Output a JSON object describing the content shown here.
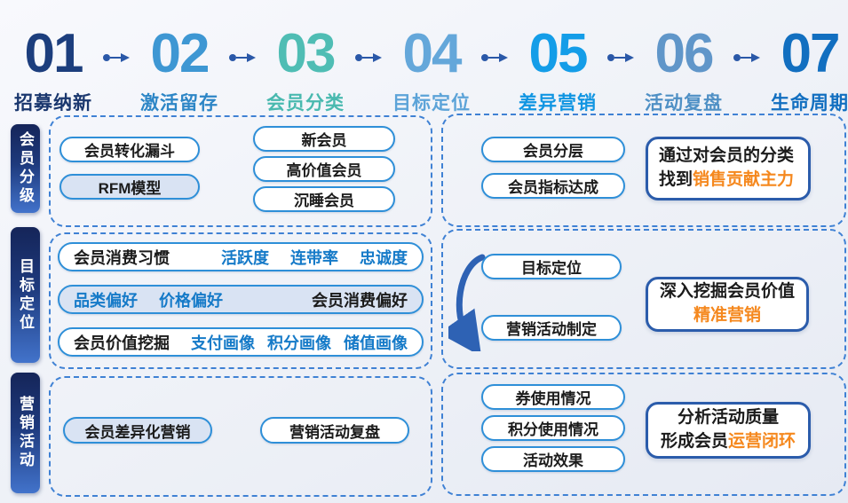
{
  "steps": [
    {
      "num": "01",
      "label": "招募纳新",
      "color": "#1c3e7d",
      "label_color": "#1a376e"
    },
    {
      "num": "02",
      "label": "激活留存",
      "color": "#3e97d3",
      "label_color": "#2d86c6"
    },
    {
      "num": "03",
      "label": "会员分类",
      "color": "#4fbdb4",
      "label_color": "#49b9af"
    },
    {
      "num": "04",
      "label": "目标定位",
      "color": "#64a7da",
      "label_color": "#5ca3d8"
    },
    {
      "num": "05",
      "label": "差异营销",
      "color": "#149de8",
      "label_color": "#1095e2"
    },
    {
      "num": "06",
      "label": "活动复盘",
      "color": "#6096c9",
      "label_color": "#4f90c5"
    },
    {
      "num": "07",
      "label": "生命周期",
      "color": "#126fc0",
      "label_color": "#126fc0"
    }
  ],
  "sidebar": {
    "row1": "会员分级",
    "row2": "目标定位",
    "row3": "营销活动"
  },
  "row1": {
    "left_pills_a": [
      "会员转化漏斗",
      "RFM模型"
    ],
    "left_pills_b": [
      "新会员",
      "高价值会员",
      "沉睡会员"
    ],
    "right_pills": [
      "会员分层",
      "会员指标达成"
    ],
    "card": {
      "line1": "通过对会员的分类",
      "line2_text": "找到",
      "line2_highlight": "销售贡献主力"
    }
  },
  "row2": {
    "wide_pill_1": {
      "label": "会员消费习惯",
      "items": [
        "活跃度",
        "连带率",
        "忠诚度"
      ]
    },
    "wide_pill_2": {
      "items": [
        "品类偏好",
        "价格偏好"
      ],
      "label": "会员消费偏好"
    },
    "wide_pill_3": {
      "label": "会员价值挖掘",
      "items": [
        "支付画像",
        "积分画像",
        "储值画像"
      ]
    },
    "right_pills": [
      "目标定位",
      "营销活动制定"
    ],
    "card": {
      "line1": "深入挖掘会员价值",
      "line2_highlight": "精准营销"
    }
  },
  "row3": {
    "left_pills": [
      "会员差异化营销",
      "营销活动复盘"
    ],
    "right_pills": [
      "券使用情况",
      "积分使用情况",
      "活动效果"
    ],
    "card": {
      "line1": "分析活动质量",
      "line2_text": "形成会员",
      "line2_highlight": "运营闭环"
    }
  },
  "colors": {
    "arrow": "#2a58a8",
    "pill_border": "#2e8fd8",
    "pill_fill": "#d9e3f3",
    "dashed_border": "#3f81d4",
    "card_border": "#2b5cab",
    "highlight_orange": "#f5881e",
    "blue_keyword": "#157ac8",
    "sidebar_gradient_top": "#152559",
    "sidebar_gradient_bottom": "#4273cb",
    "background": "#eef1f7"
  }
}
